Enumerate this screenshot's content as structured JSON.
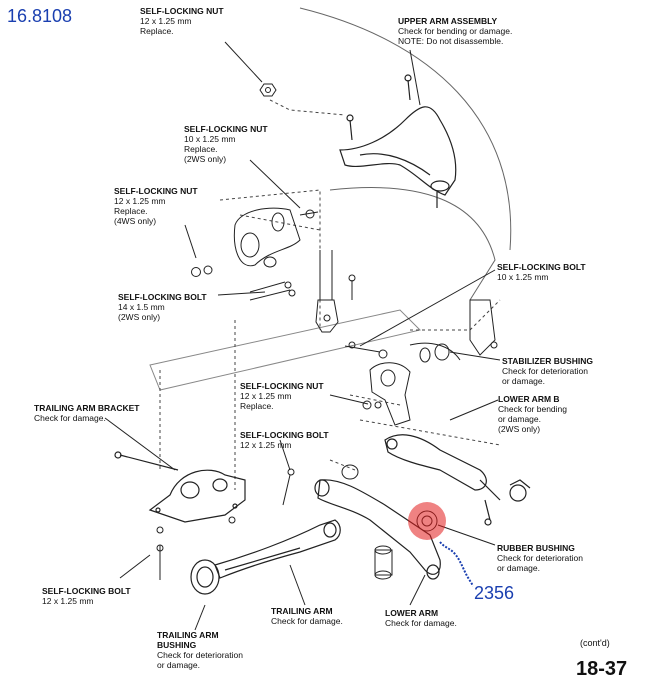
{
  "doc_code": "16.8108",
  "part_marker": "2356",
  "page_number": "18-37",
  "continued": "(cont'd)",
  "colors": {
    "annotation_blue": "#1a3fb0",
    "highlight_red": "#e21b1b"
  },
  "labels": {
    "nut_top": {
      "title": "SELF-LOCKING NUT",
      "lines": [
        "12 x 1.25 mm",
        "Replace."
      ]
    },
    "nut_2ws": {
      "title": "SELF-LOCKING NUT",
      "lines": [
        "10 x 1.25 mm",
        "Replace.",
        "(2WS only)"
      ]
    },
    "nut_4ws": {
      "title": "SELF-LOCKING NUT",
      "lines": [
        "12 x 1.25 mm",
        "Replace.",
        "(4WS only)"
      ]
    },
    "bolt_14": {
      "title": "SELF-LOCKING BOLT",
      "lines": [
        "14 x 1.5 mm",
        "(2WS only)"
      ]
    },
    "upper_arm": {
      "title": "UPPER ARM ASSEMBLY",
      "lines": [
        "Check for bending or damage.",
        "NOTE: Do not disassemble."
      ]
    },
    "bolt_10": {
      "title": "SELF-LOCKING BOLT",
      "lines": [
        "10 x 1.25 mm"
      ]
    },
    "stab_bushing": {
      "title": "STABILIZER BUSHING",
      "lines": [
        "Check for deterioration",
        "or damage."
      ]
    },
    "lower_arm_b": {
      "title": "LOWER ARM B",
      "lines": [
        "Check for bending",
        "or damage.",
        "(2WS only)"
      ]
    },
    "nut_mid": {
      "title": "SELF-LOCKING NUT",
      "lines": [
        "12 x 1.25 mm",
        "Replace."
      ]
    },
    "bolt_mid": {
      "title": "SELF-LOCKING BOLT",
      "lines": [
        "12 x 1.25 mm"
      ]
    },
    "trailing_bracket": {
      "title": "TRAILING ARM BRACKET",
      "lines": [
        "Check for damage."
      ]
    },
    "rubber_bushing": {
      "title": "RUBBER BUSHING",
      "lines": [
        "Check for deterioration",
        "or damage."
      ]
    },
    "bolt_bottom": {
      "title": "SELF-LOCKING BOLT",
      "lines": [
        "12 x 1.25 mm"
      ]
    },
    "trailing_arm": {
      "title": "TRAILING ARM",
      "lines": [
        "Check for damage."
      ]
    },
    "lower_arm": {
      "title": "LOWER ARM",
      "lines": [
        "Check for damage."
      ]
    },
    "trailing_bushing": {
      "title": "TRAILING ARM",
      "title2": "BUSHING",
      "lines": [
        "Check for deterioration",
        "or damage."
      ]
    }
  }
}
